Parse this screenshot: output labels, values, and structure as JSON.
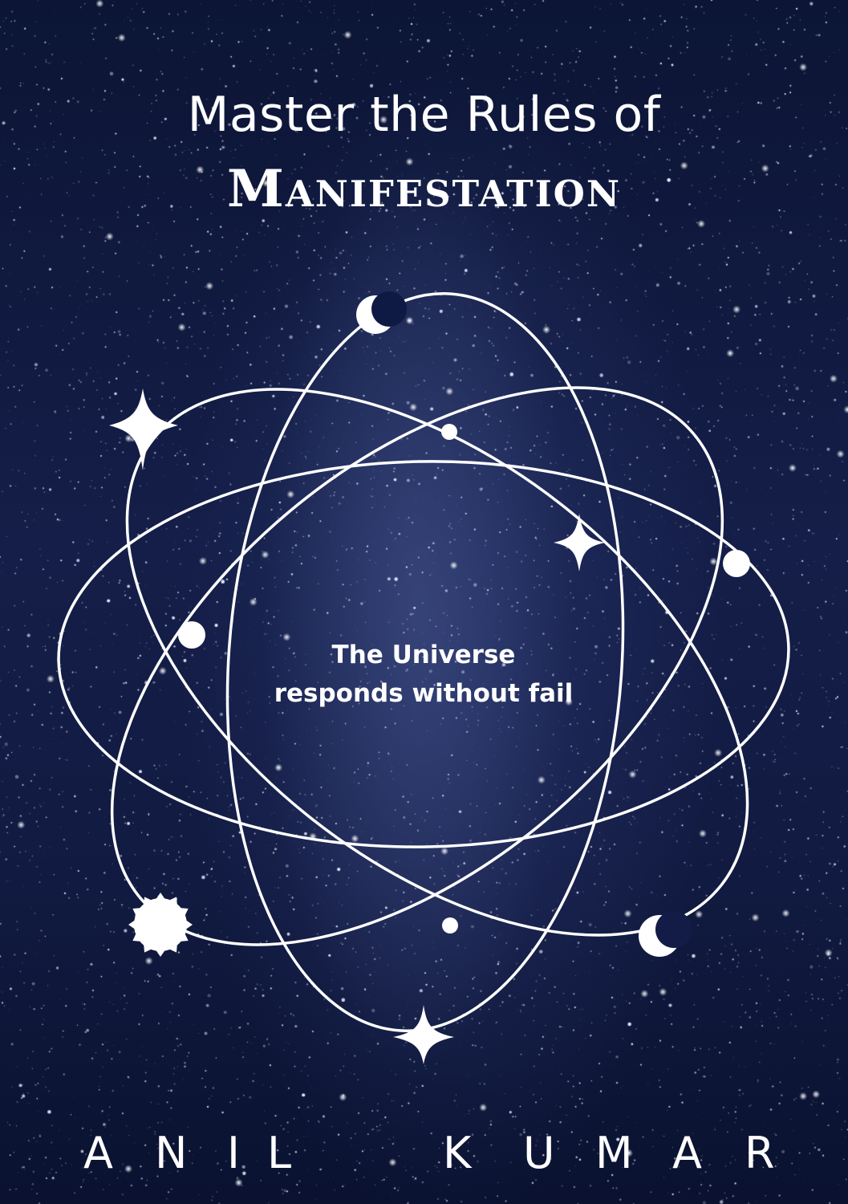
{
  "cover": {
    "title_line1": "Master the Rules of",
    "title_line2": "Manifestation",
    "tagline_line1": "The Universe",
    "tagline_line2": "responds without fail",
    "author_first": "ANIL",
    "author_last": "KUMAR"
  },
  "colors": {
    "background": "#0f1940",
    "ink": "#ffffff"
  },
  "icons": [
    "crescent-moon-icon",
    "four-point-star-icon",
    "sun-icon",
    "planet-dot-icon"
  ]
}
